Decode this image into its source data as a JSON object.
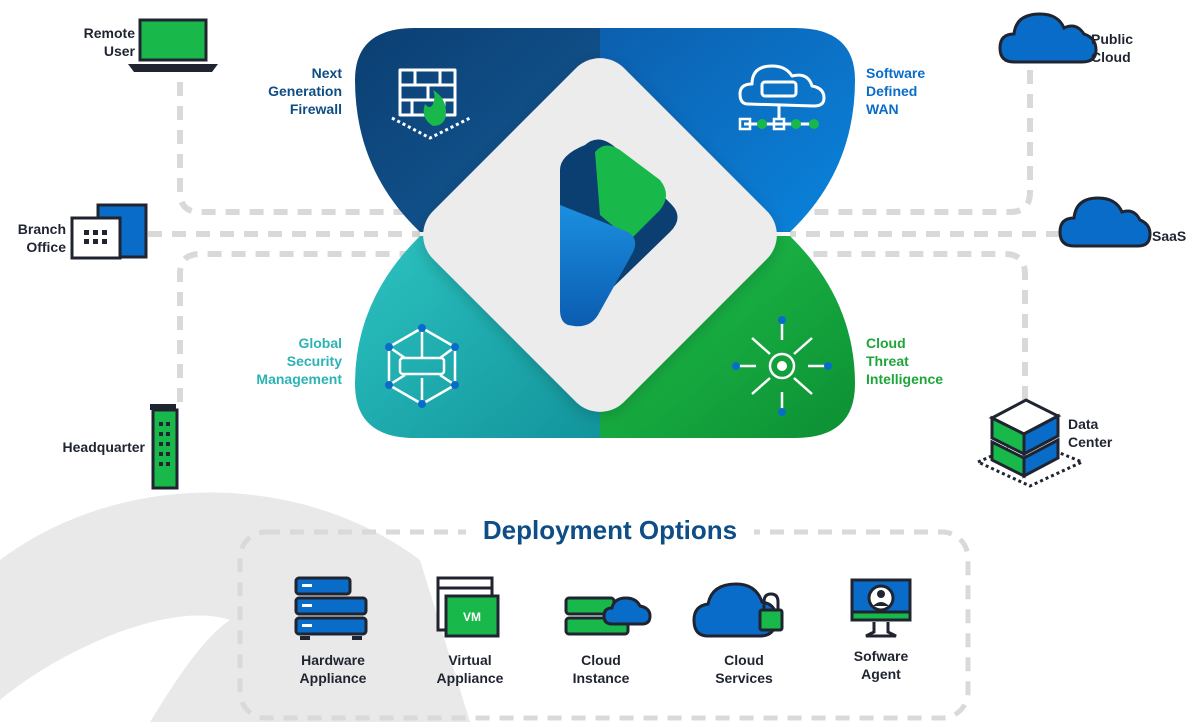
{
  "nodes": {
    "remote_user": [
      "Remote",
      "User"
    ],
    "branch_office": [
      "Branch",
      "Office"
    ],
    "headquarter": "Headquarter",
    "public_cloud": [
      "Public",
      "Cloud"
    ],
    "saas": "SaaS",
    "data_center": [
      "Data",
      "Center"
    ]
  },
  "pillars": {
    "ngfw": [
      "Next",
      "Generation",
      "Firewall"
    ],
    "sdwan": [
      "Software",
      "Defined",
      "WAN"
    ],
    "gsm": [
      "Global",
      "Security",
      "Management"
    ],
    "cti": [
      "Cloud",
      "Threat",
      "Intelligence"
    ]
  },
  "deployment": {
    "title": "Deployment Options",
    "vm_badge": "VM",
    "options": [
      {
        "name": "Hardware Appliance",
        "lines": [
          "Hardware",
          "Appliance"
        ]
      },
      {
        "name": "Virtual Appliance",
        "lines": [
          "Virtual",
          "Appliance"
        ]
      },
      {
        "name": "Cloud Instance",
        "lines": [
          "Cloud",
          "Instance"
        ]
      },
      {
        "name": "Cloud Services",
        "lines": [
          "Cloud",
          "Services"
        ]
      },
      {
        "name": "Sofware Agent",
        "lines": [
          "Sofware",
          "Agent"
        ]
      }
    ]
  },
  "colors": {
    "navy": "#0e4d85",
    "blue": "#0a6cc9",
    "teal": "#2bb3b5",
    "green": "#1fa53a",
    "bright_green": "#18b84a",
    "dash": "#d9d9d9",
    "center_bg": "#ececec"
  }
}
